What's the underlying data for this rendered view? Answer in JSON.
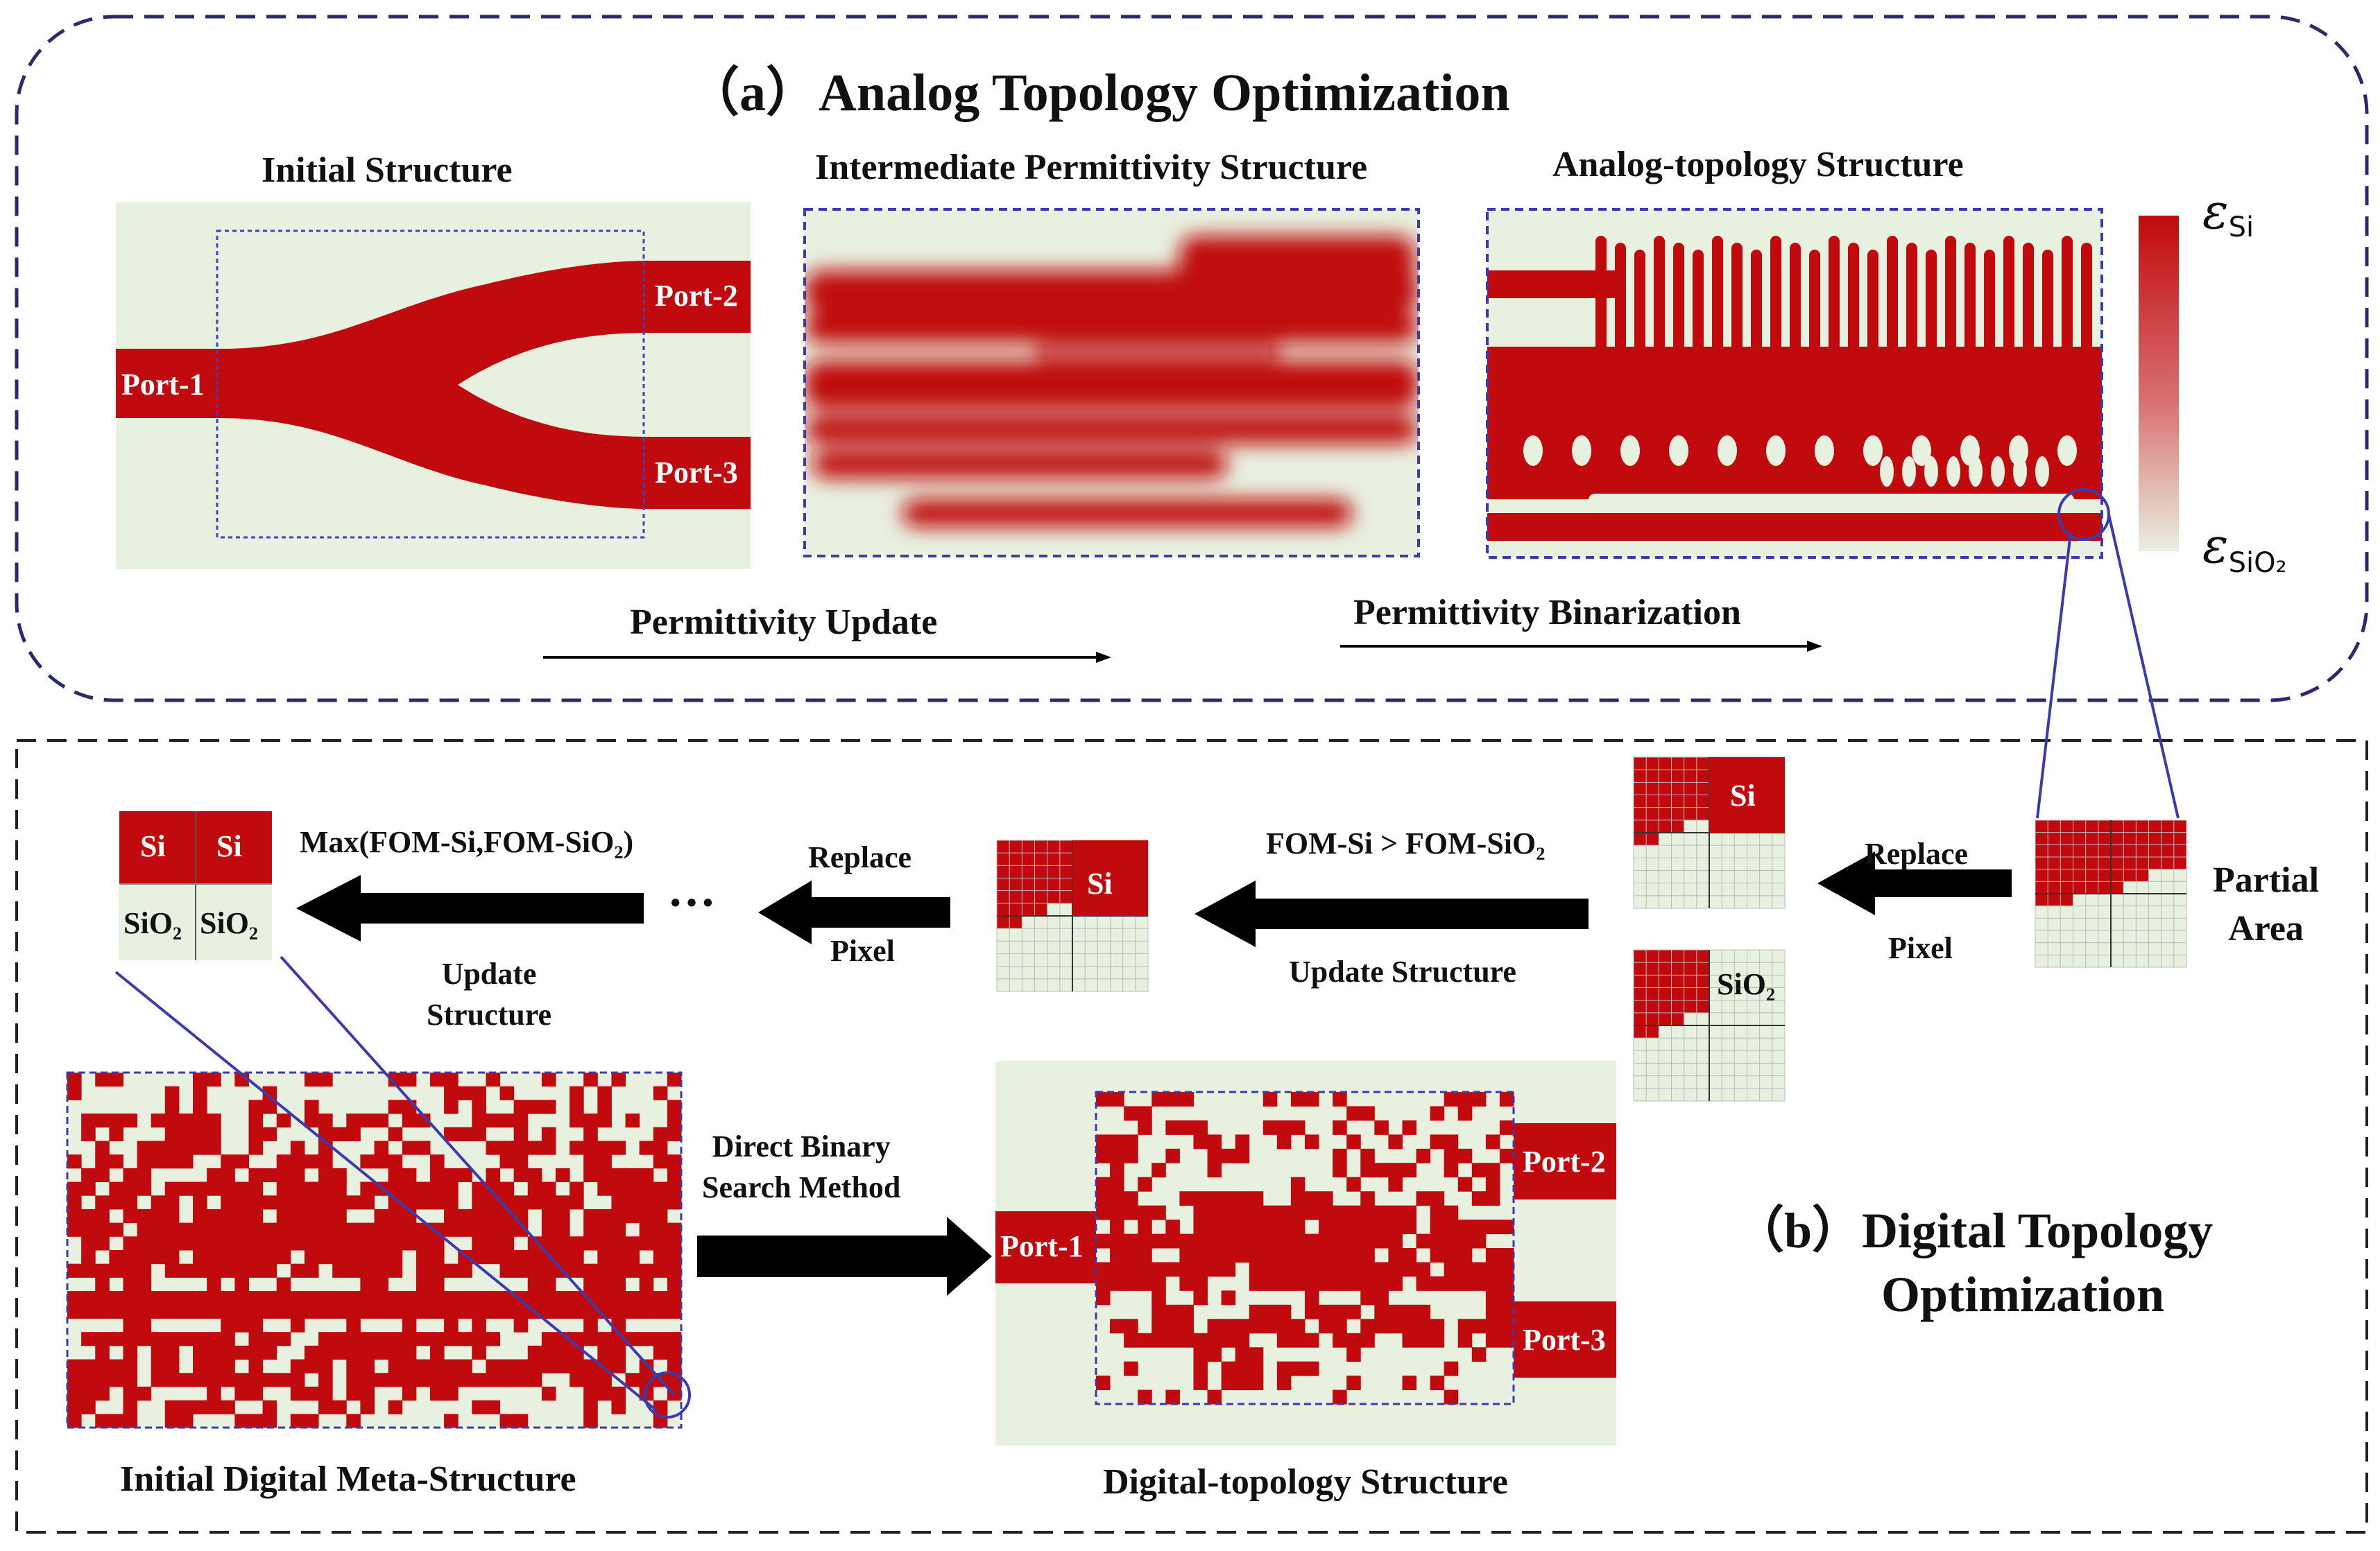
{
  "colors": {
    "si": "#c00a0d",
    "sio2": "#e8f0e0",
    "frame": "#2b2b6b",
    "line": "#3b3bab",
    "black": "#000000"
  },
  "panel_a": {
    "title": "（a）Analog Topology Optimization",
    "initial_title": "Initial Structure",
    "intermediate_title": "Intermediate Permittivity Structure",
    "analog_title": "Analog-topology Structure",
    "port1": "Port-1",
    "port2": "Port-2",
    "port3": "Port-3",
    "arrow1": "Permittivity Update",
    "arrow2": "Permittivity Binarization",
    "colorbar_top": "ε",
    "colorbar_top_sub": "Si",
    "colorbar_bottom": "ε",
    "colorbar_bottom_sub": "SiO₂"
  },
  "panel_b": {
    "title_line1": "（b）Digital Topology",
    "title_line2": "Optimization",
    "partial_area": "Partial\nArea",
    "replace1": "Replace",
    "pixel1": "Pixel",
    "cell_si": "Si",
    "cell_sio2": "SiO₂",
    "fom_compare": "FOM-Si > FOM-SiO₂",
    "update_structure1": "Update Structure",
    "replace2": "Replace",
    "pixel2": "Pixel",
    "ellipsis": "···",
    "max_label": "Max(FOM-Si,FOM-SiO₂)",
    "update_structure2": "Update\nStructure",
    "grid_cells": [
      "Si",
      "Si",
      "SiO₂",
      "SiO₂"
    ],
    "dbs_label": "Direct Binary\nSearch Method",
    "initial_digital_title": "Initial  Digital Meta-Structure",
    "digital_title": "Digital-topology Structure",
    "port1": "Port-1",
    "port2": "Port-2",
    "port3": "Port-3"
  }
}
